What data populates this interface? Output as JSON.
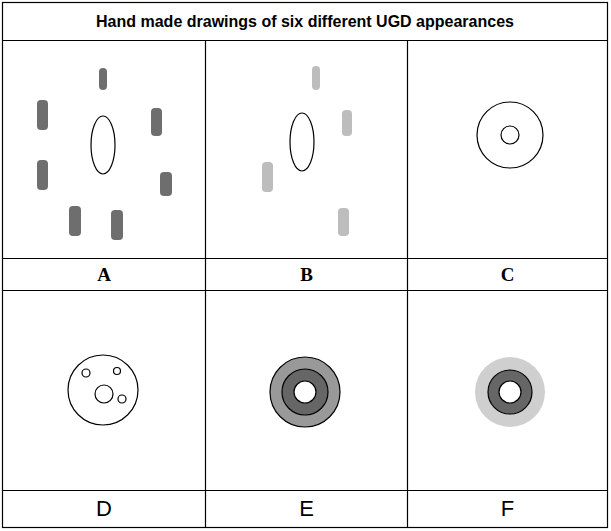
{
  "diagram": {
    "title": "Hand made drawings of six different UGD appearances",
    "labels": [
      "A",
      "B",
      "C",
      "D",
      "E",
      "F"
    ]
  }
}
